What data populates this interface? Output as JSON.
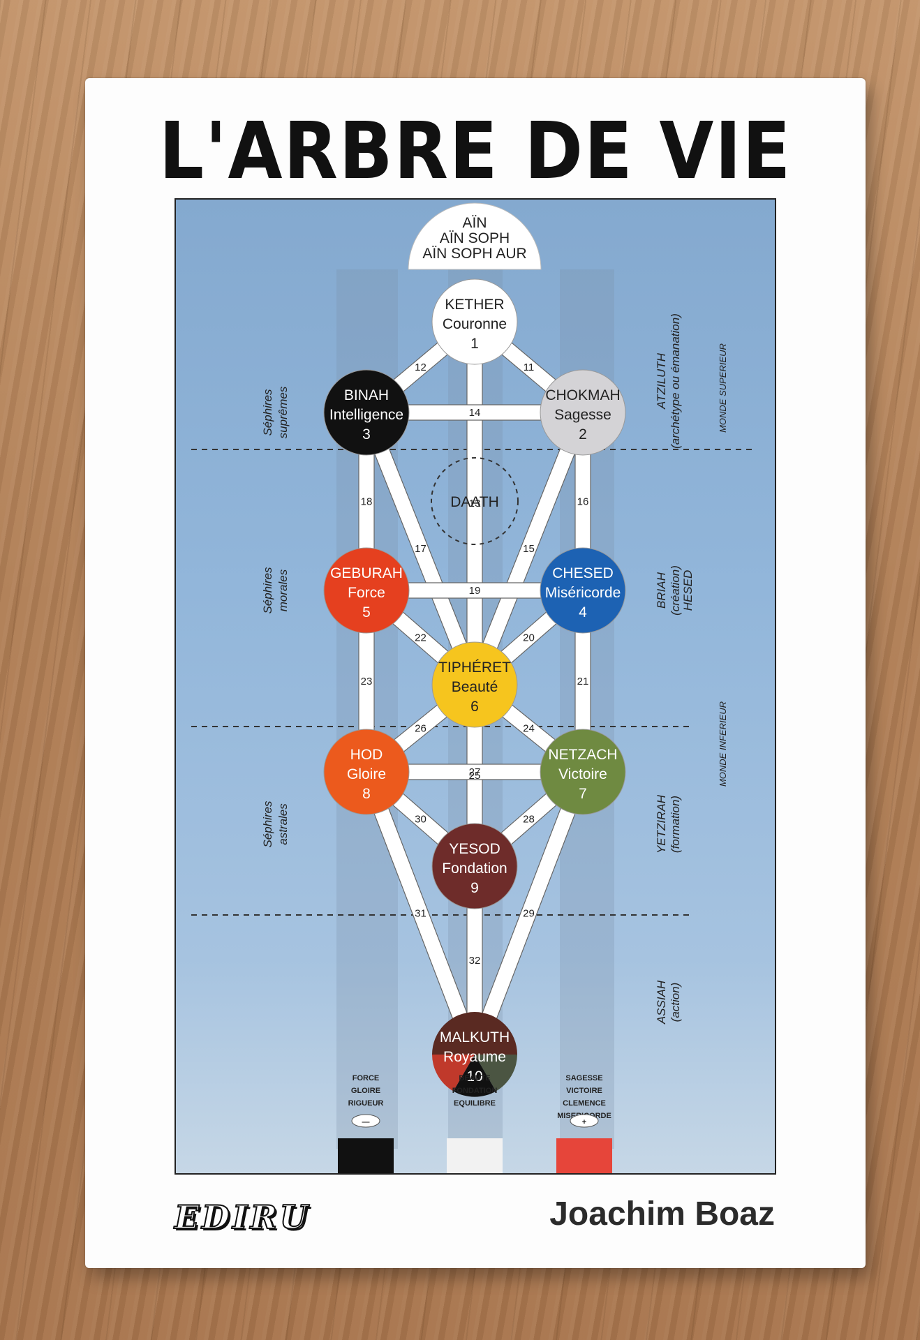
{
  "book": {
    "title": "L'ARBRE DE VIE",
    "publisher": "EDIRU",
    "author": "Joachim Boaz"
  },
  "diagram": {
    "ain_lines": [
      "AÏN",
      "AÏN SOPH",
      "AÏN SOPH AUR"
    ],
    "daath": "DAATH",
    "sephiroth": [
      {
        "id": "kether",
        "name": "KETHER",
        "meaning": "Couronne",
        "number": "1",
        "color": "#ffffff",
        "text_color": "#222222"
      },
      {
        "id": "chokmah",
        "name": "CHOKMAH",
        "meaning": "Sagesse",
        "number": "2",
        "color": "#d4d3d6",
        "text_color": "#222222"
      },
      {
        "id": "binah",
        "name": "BINAH",
        "meaning": "Intelligence",
        "number": "3",
        "color": "#111111",
        "text_color": "#ffffff"
      },
      {
        "id": "chesed",
        "name": "CHESED",
        "meaning": "Miséricorde",
        "number": "4",
        "color": "#1d62b3",
        "text_color": "#ffffff"
      },
      {
        "id": "geburah",
        "name": "GEBURAH",
        "meaning": "Force",
        "number": "5",
        "color": "#e5401f",
        "text_color": "#ffffff"
      },
      {
        "id": "tiphereth",
        "name": "TIPHÉRET",
        "meaning": "Beauté",
        "number": "6",
        "color": "#f6c51e",
        "text_color": "#222222"
      },
      {
        "id": "netzach",
        "name": "NETZACH",
        "meaning": "Victoire",
        "number": "7",
        "color": "#6f8a41",
        "text_color": "#ffffff"
      },
      {
        "id": "hod",
        "name": "HOD",
        "meaning": "Gloire",
        "number": "8",
        "color": "#ec5a1d",
        "text_color": "#ffffff"
      },
      {
        "id": "yesod",
        "name": "YESOD",
        "meaning": "Fondation",
        "number": "9",
        "color": "#6e2c2a",
        "text_color": "#ffffff"
      },
      {
        "id": "malkuth",
        "name": "MALKUTH",
        "meaning": "Royaume",
        "number": "10",
        "color": "#5a2a22",
        "text_color": "#ffffff"
      }
    ],
    "paths": [
      "11",
      "12",
      "13",
      "14",
      "15",
      "16",
      "17",
      "18",
      "19",
      "20",
      "21",
      "22",
      "23",
      "24",
      "25",
      "26",
      "27",
      "28",
      "29",
      "30",
      "31",
      "32"
    ],
    "left_labels": [
      {
        "line1": "Séphires",
        "line2": "suprêmes"
      },
      {
        "line1": "Séphires",
        "line2": "morales"
      },
      {
        "line1": "Séphires",
        "line2": "astrales"
      }
    ],
    "right_labels": [
      {
        "line1": "ATZILUTH",
        "line2": "(archétype ou émanation)"
      },
      {
        "line1": "BRIAH",
        "line2": "(création)",
        "line3": "HESED"
      },
      {
        "line1": "YETZIRAH",
        "line2": "(formation)"
      },
      {
        "line1": "ASSIAH",
        "line2": "(action)"
      }
    ],
    "monde_labels": [
      "MONDE SUPERIEUR",
      "MONDE INFERIEUR"
    ],
    "columns": [
      {
        "lines": [
          "FORCE",
          "GLOIRE",
          "RIGUEUR"
        ],
        "sign": "—",
        "color": "#111111"
      },
      {
        "lines": [
          "BEAUTE",
          "FONDATION",
          "EQUILIBRE"
        ],
        "sign": "",
        "color": "#f2f2f2"
      },
      {
        "lines": [
          "SAGESSE",
          "VICTOIRE",
          "CLEMENCE",
          "MISERICORDE"
        ],
        "sign": "+",
        "color": "#e6453a"
      }
    ]
  }
}
